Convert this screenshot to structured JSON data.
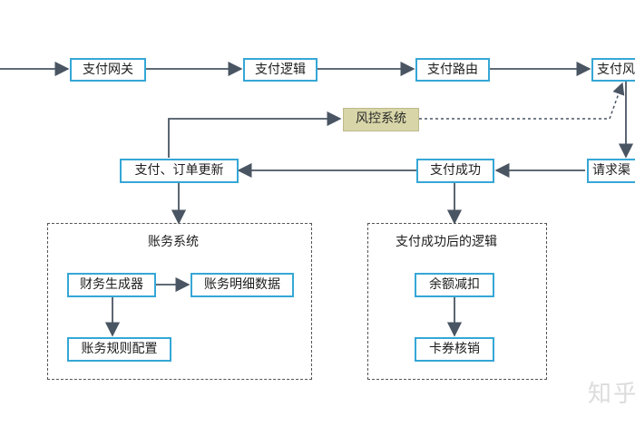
{
  "diagram": {
    "nodes": {
      "gateway": "支付网关",
      "logic": "支付逻辑",
      "routing": "支付路由",
      "channel_top": "支付风",
      "risk": "风控系统",
      "request_channel": "请求渠",
      "update_order": "支付、订单更新",
      "pay_success": "支付成功",
      "finance_gen": "财务生成器",
      "ledger_detail": "账务明细数据",
      "ledger_rules": "账务规则配置",
      "balance_deduct": "余额减扣",
      "coupon_writeoff": "卡券核销"
    },
    "groups": {
      "ledger_system": "账务系统",
      "after_success_logic": "支付成功后的逻辑"
    },
    "colors": {
      "node_border": "#35a7d6",
      "risk_fill": "#d8d6a8",
      "arrow": "#4a5563"
    }
  },
  "watermark": "知乎"
}
